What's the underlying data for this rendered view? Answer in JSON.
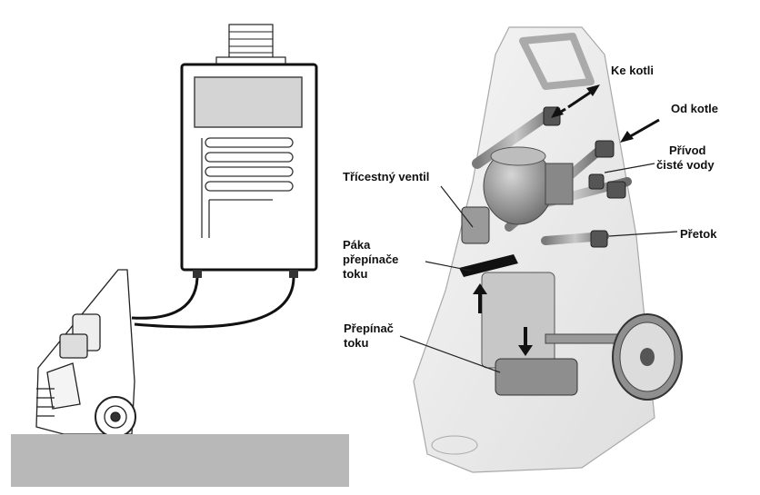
{
  "labels": {
    "ke_kotli": "Ke kotli",
    "od_kotle": "Od kotle",
    "privod_line1": "Přívod",
    "privod_line2": "čisté vody",
    "tricestny": "Třícestný ventil",
    "paka_line1": "Páka",
    "paka_line2": "přepínače",
    "paka_line3": "toku",
    "pretok": "Přetok",
    "prepinac_line1": "Přepínač",
    "prepinac_line2": "toku"
  }
}
